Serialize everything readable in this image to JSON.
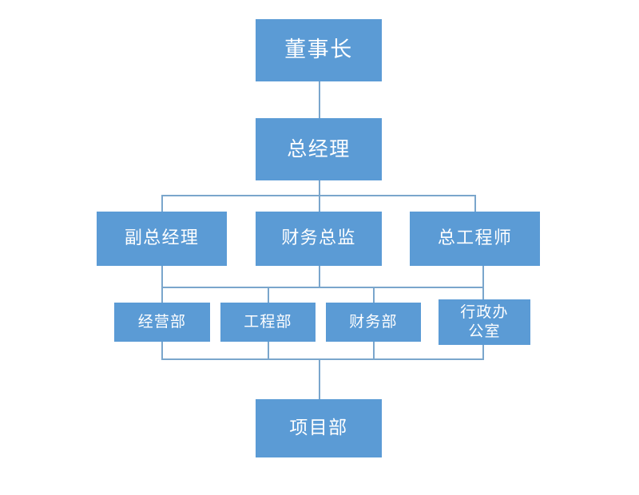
{
  "chart_data": {
    "type": "diagram",
    "diagram_kind": "organizational-chart",
    "title": "",
    "orientation": "top-down",
    "node_fill": "#5B9BD5",
    "node_text_color": "#FFFFFF",
    "connector_color": "#7AA6CC",
    "background": "#FFFFFF",
    "levels": [
      {
        "level": 1,
        "nodes": [
          "chairman"
        ]
      },
      {
        "level": 2,
        "nodes": [
          "general-manager"
        ]
      },
      {
        "level": 3,
        "nodes": [
          "deputy-general-manager",
          "finance-director",
          "chief-engineer"
        ]
      },
      {
        "level": 4,
        "nodes": [
          "operations-dept",
          "engineering-dept",
          "finance-dept",
          "administrative-office"
        ]
      },
      {
        "level": 5,
        "nodes": [
          "project-dept"
        ]
      }
    ],
    "edges": [
      {
        "from": "chairman",
        "to": "general-manager"
      },
      {
        "from": "general-manager",
        "to": "deputy-general-manager"
      },
      {
        "from": "general-manager",
        "to": "finance-director"
      },
      {
        "from": "general-manager",
        "to": "chief-engineer"
      },
      {
        "from": "level-3-bus",
        "to": "operations-dept"
      },
      {
        "from": "level-3-bus",
        "to": "engineering-dept"
      },
      {
        "from": "level-3-bus",
        "to": "finance-dept"
      },
      {
        "from": "level-3-bus",
        "to": "administrative-office"
      },
      {
        "from": "level-4-bus",
        "to": "project-dept"
      }
    ]
  },
  "nodes": {
    "chairman": {
      "label": "董事长",
      "font_size": 27
    },
    "general_manager": {
      "label": "总经理",
      "font_size": 25
    },
    "deputy_general_manager": {
      "label": "副总经理",
      "font_size": 22
    },
    "finance_director": {
      "label": "财务总监",
      "font_size": 22
    },
    "chief_engineer": {
      "label": "总工程师",
      "font_size": 22
    },
    "operations_dept": {
      "label": "经营部",
      "font_size": 19
    },
    "engineering_dept": {
      "label": "工程部",
      "font_size": 19
    },
    "finance_dept": {
      "label": "财务部",
      "font_size": 19
    },
    "administrative_office": {
      "label": "行政办\n公室",
      "font_size": 19
    },
    "project_dept": {
      "label": "项目部",
      "font_size": 23
    }
  }
}
